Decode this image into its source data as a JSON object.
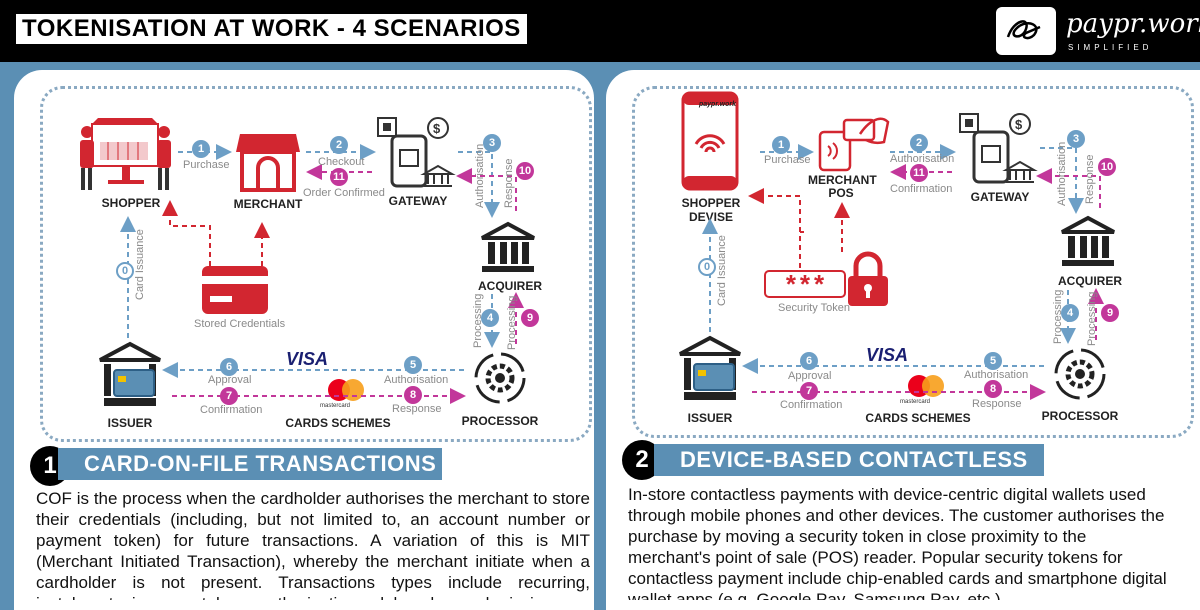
{
  "header": {
    "title": "TOKENISATION AT WORK - 4 SCENARIOS",
    "brand_name": "paypr.work",
    "brand_tagline": "SIMPLIFIED",
    "logo_icon": "scribble-logo-icon"
  },
  "scenario1": {
    "number": "1",
    "heading": "CARD-ON-FILE  TRANSACTIONS",
    "actors": {
      "shopper": "SHOPPER",
      "merchant": "MERCHANT",
      "gateway": "GATEWAY",
      "acquirer": "ACQUIRER",
      "processor": "PROCESSOR",
      "card_schemes": "CARDS SCHEMES",
      "issuer": "ISSUER",
      "stored_credentials": "Stored Credentials"
    },
    "steps": {
      "s0": "0",
      "s0_label": "Card Issuance",
      "s1": "1",
      "s1_label": "Purchase",
      "s2": "2",
      "s2_label": "Checkout",
      "s3": "3",
      "s3_label": "Authorisation",
      "s4": "4",
      "s4_label": "Processing",
      "s5": "5",
      "s5_label": "Authorisation",
      "s6": "6",
      "s6_label": "Approval",
      "s7": "7",
      "s7_label": "Confirmation",
      "s8": "8",
      "s8_label": "Response",
      "s9": "9",
      "s9_label": "Processing",
      "s10": "10",
      "s10_label": "Response",
      "s11": "11",
      "s11_label": "Order Confirmed"
    },
    "description": "COF is the process when the cardholder authorises the merchant to store their credentials (including, but not limited to, an account number or payment token) for future transactions. A variation of this is MIT (Merchant Initiated Transaction), whereby the merchant initiate when a cardholder is not present. Transactions types include recurring, instalment, incremental, re-authorisation, delayed, resubmission, no show."
  },
  "scenario2": {
    "number": "2",
    "heading": "DEVICE-BASED CONTACTLESS",
    "actors": {
      "shopper": "SHOPPER DEVISE",
      "phone_brand": "paypr.work",
      "merchant_pos": "MERCHANT POS",
      "gateway": "GATEWAY",
      "acquirer": "ACQUIRER",
      "processor": "PROCESSOR",
      "card_schemes": "CARDS SCHEMES",
      "issuer": "ISSUER",
      "security_token": "Security Token",
      "token_mask": "***"
    },
    "steps": {
      "s0": "0",
      "s0_label": "Card Issuance",
      "s1": "1",
      "s1_label": "Purchase",
      "s2": "2",
      "s2_label": "Authorisation",
      "s3": "3",
      "s3_label": "Authorisation",
      "s4": "4",
      "s4_label": "Processing",
      "s5": "5",
      "s5_label": "Authorisation",
      "s6": "6",
      "s6_label": "Approval",
      "s7": "7",
      "s7_label": "Confirmation",
      "s8": "8",
      "s8_label": "Response",
      "s9": "9",
      "s9_label": "Processing",
      "s10": "10",
      "s10_label": "Response",
      "s11": "11",
      "s11_label": "Confirmation"
    },
    "description": "In-store contactless payments with device-centric digital wallets used through mobile phones and other devices. The customer authorises the purchase by moving a security token in close proximity to the merchant's point of sale (POS) reader. Popular security tokens for contactless payment include chip-enabled cards and smartphone digital wallet apps (e.g. Google Pay, Samsung Pay, etc.)."
  },
  "scheme_logos": {
    "visa": "VISA",
    "mastercard": "mastercard"
  },
  "colors": {
    "red": "#d22630",
    "blue": "#6d9fc6",
    "magenta": "#c2379a",
    "banner": "#5b8fb4",
    "arrow_grey": "#8aa9c2"
  }
}
